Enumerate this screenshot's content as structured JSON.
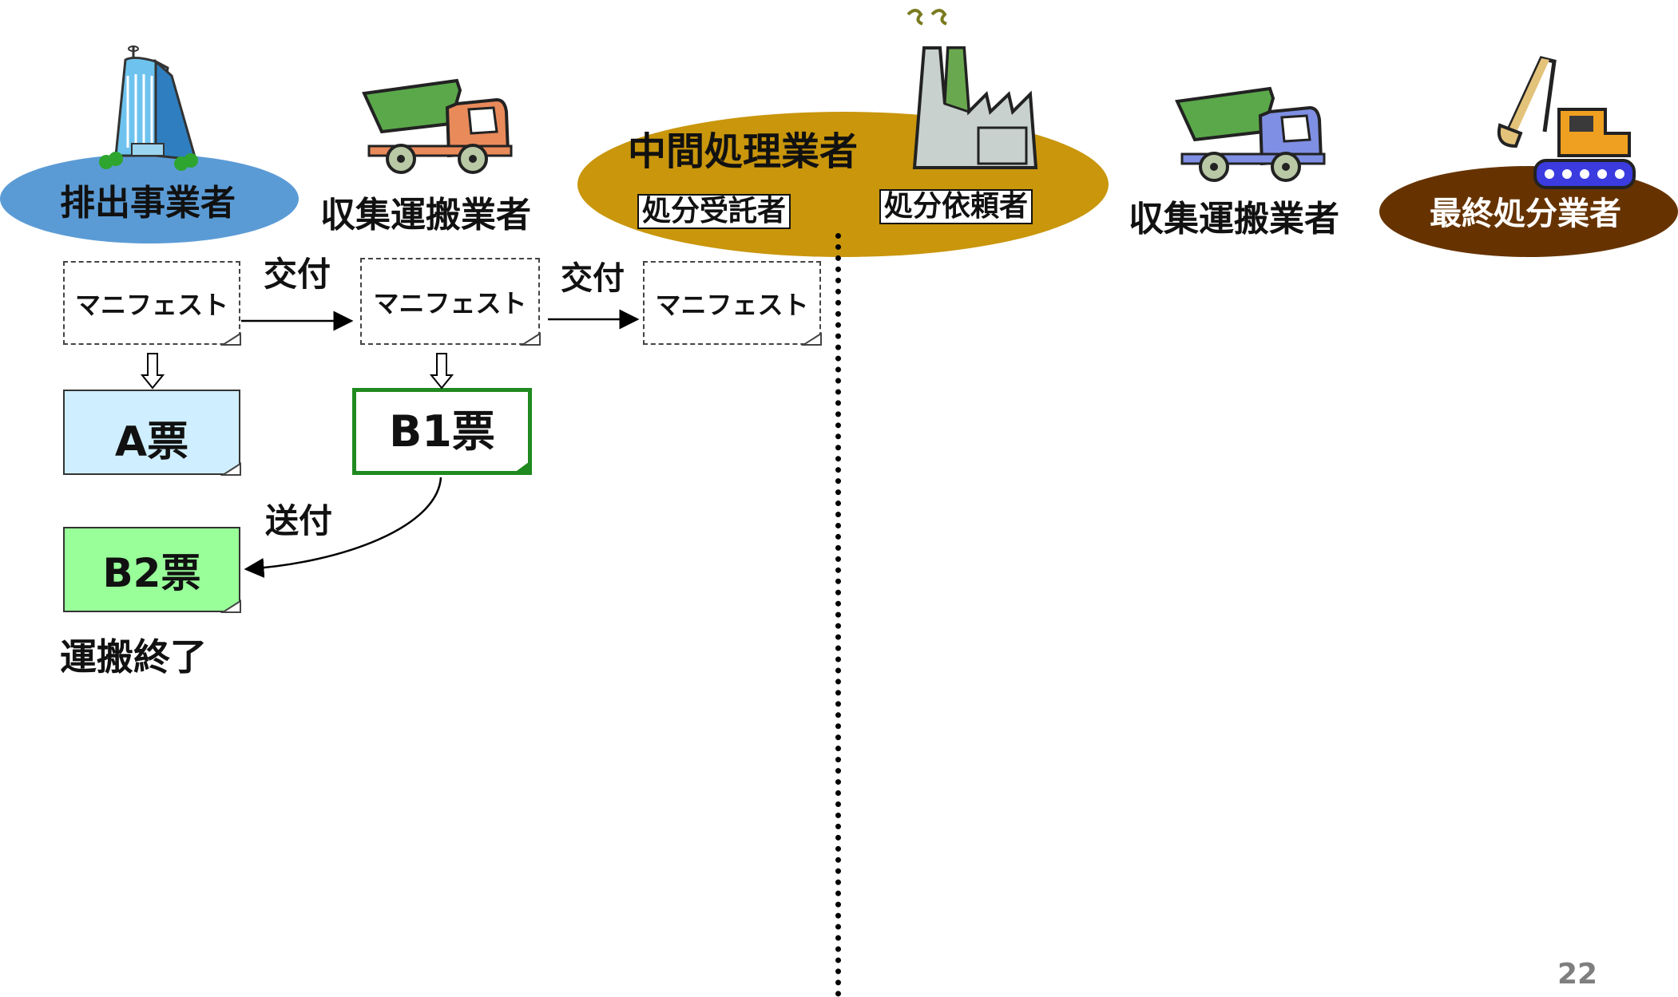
{
  "actors": {
    "generator": "排出事業者",
    "collector1": "収集運搬業者",
    "intermediate": "中間処理業者",
    "consignee": "処分受託者",
    "requester": "処分依頼者",
    "collector2": "収集運搬業者",
    "final": "最終処分業者"
  },
  "manifests": [
    "マニフェスト",
    "マニフェスト",
    "マニフェスト"
  ],
  "flow": {
    "deliver1": "交付",
    "deliver2": "交付",
    "send": "送付",
    "transport_done": "運搬終了"
  },
  "tickets": {
    "a": "A票",
    "b1": "B1票",
    "b2": "B2票"
  },
  "page_number": "22",
  "colors": {
    "generator_ellipse": "#5b9bd5",
    "intermediate_ellipse": "#c9960c",
    "final_ellipse": "#663300",
    "ticket_a": "#cfeeff",
    "ticket_b2": "#99ff99",
    "ticket_b1_border": "#1f8a1f"
  },
  "icons": [
    "building-icon",
    "dump-truck-icon",
    "factory-icon",
    "dump-truck-icon",
    "excavator-icon"
  ]
}
